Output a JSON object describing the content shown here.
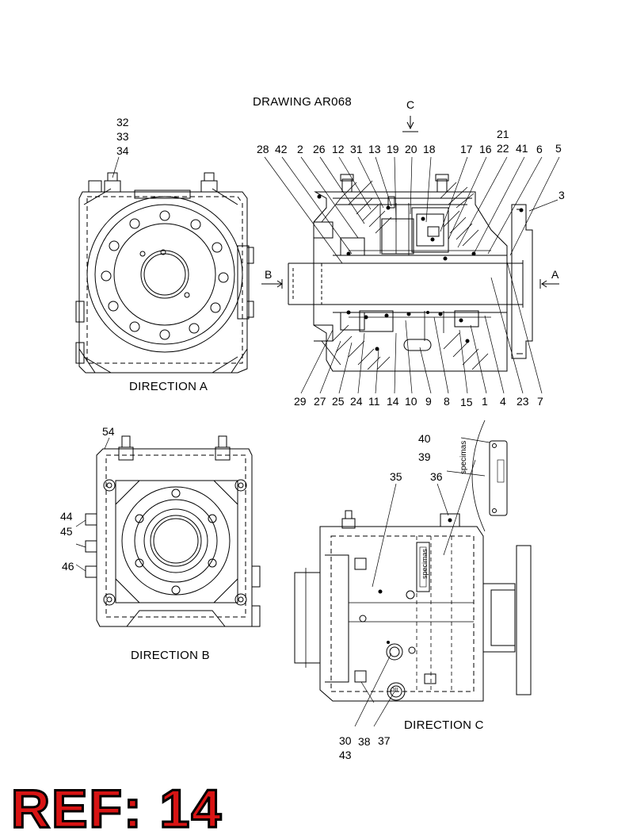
{
  "title": "DRAWING  AR068",
  "captions": {
    "direction_a": "DIRECTION  A",
    "direction_b": "DIRECTION  B",
    "direction_c": "DIRECTION  C"
  },
  "section_markers": {
    "a": "A",
    "b": "B",
    "c": "C"
  },
  "plate_text": "specimas",
  "oil_plug_text": "OIL",
  "part_numbers": [
    "1",
    "2",
    "3",
    "4",
    "5",
    "6",
    "7",
    "8",
    "9",
    "10",
    "11",
    "12",
    "13",
    "14",
    "15",
    "16",
    "17",
    "18",
    "19",
    "20",
    "21",
    "22",
    "23",
    "24",
    "25",
    "26",
    "27",
    "28",
    "29",
    "30",
    "31",
    "32",
    "33",
    "34",
    "35",
    "36",
    "37",
    "38",
    "39",
    "40",
    "41",
    "42",
    "43",
    "44",
    "45",
    "46",
    "54"
  ],
  "reference": "REF: 14"
}
